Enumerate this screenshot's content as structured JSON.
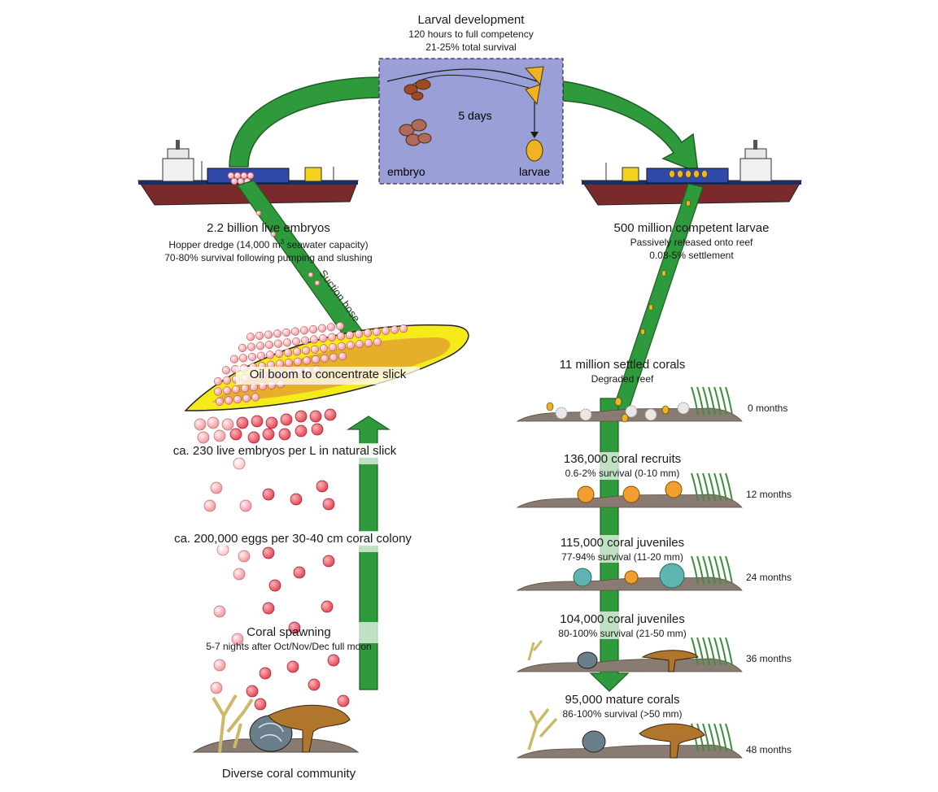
{
  "larval_development": {
    "title": "Larval development",
    "line1": "120 hours to full competency",
    "line2": "21-25% total survival",
    "duration": "5 days",
    "embryo_label": "embryo",
    "larvae_label": "larvae"
  },
  "collection": {
    "title": "2.2 billion live embryos",
    "line1_pre": "Hopper dredge (14,000 m",
    "line1_sup": "3",
    "line1_post": " seawater capacity)",
    "line2": "70-80% survival following pumping and slushing"
  },
  "release": {
    "title": "500 million competent larvae",
    "line1": "Passively released onto reef",
    "line2": "0.08-5% settlement"
  },
  "suction_hose": "Suction hose",
  "oil_boom": "Oil boom to concentrate slick",
  "slick_density": "ca. 230 live embryos per L in natural slick",
  "eggs_per_colony": "ca. 200,000 eggs per 30-40 cm coral colony",
  "spawning": {
    "title": "Coral spawning",
    "line1": "5-7 nights after Oct/Nov/Dec full moon"
  },
  "community": "Diverse coral community",
  "stages": [
    {
      "title": "11 million settled corals",
      "sub": "Degraded reef",
      "month": "0 months"
    },
    {
      "title": "136,000 coral recruits",
      "sub": "0.6-2% survival (0-10 mm)",
      "month": "12 months"
    },
    {
      "title": "115,000 coral juveniles",
      "sub": "77-94% survival (11-20 mm)",
      "month": "24 months"
    },
    {
      "title": "104,000 coral juveniles",
      "sub": "80-100% survival (21-50 mm)",
      "month": "36 months"
    },
    {
      "title": "95,000 mature corals",
      "sub": "86-100% survival (>50 mm)",
      "month": "48 months"
    }
  ],
  "colors": {
    "arrow_green": "#2f9a3c",
    "arrow_outline": "#1d5e22",
    "box_fill": "#9a9fd8",
    "boom_yellow": "#f5ea1a",
    "embryo_pink": "#f4a6ab",
    "egg_red": "#e6505f",
    "larva_orange": "#f0b323",
    "hull_red": "#7a2a2a",
    "deck_blue": "#2f4aa8",
    "seafloor": "#8a7b72"
  }
}
